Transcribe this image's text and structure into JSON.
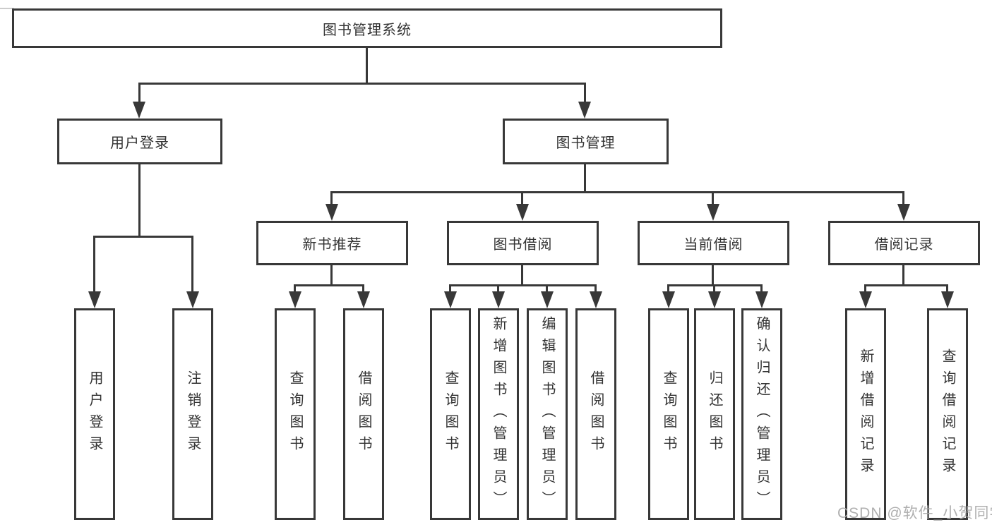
{
  "diagram": {
    "root": {
      "label": "图书管理系统"
    },
    "branches": [
      {
        "label": "用户登录",
        "children": [
          {
            "label": "用户登录"
          },
          {
            "label": "注销登录"
          }
        ]
      },
      {
        "label": "图书管理",
        "children": [
          {
            "label": "新书推荐",
            "children": [
              {
                "label": "查询图书"
              },
              {
                "label": "借阅图书"
              }
            ]
          },
          {
            "label": "图书借阅",
            "children": [
              {
                "label": "查询图书"
              },
              {
                "label": "新增图书（管理员）"
              },
              {
                "label": "编辑图书（管理员）"
              },
              {
                "label": "借阅图书"
              }
            ]
          },
          {
            "label": "当前借阅",
            "children": [
              {
                "label": "查询图书"
              },
              {
                "label": "归还图书"
              },
              {
                "label": "确认归还（管理员）"
              }
            ]
          },
          {
            "label": "借阅记录",
            "children": [
              {
                "label": "新增借阅记录"
              },
              {
                "label": "查询借阅记录"
              }
            ]
          }
        ]
      }
    ]
  },
  "watermark": {
    "text": "CSDN @软件_小贺同学"
  },
  "colors": {
    "line": "#383838",
    "text": "#333333",
    "watermark": "#a9a9a9",
    "background": "#ffffff"
  }
}
